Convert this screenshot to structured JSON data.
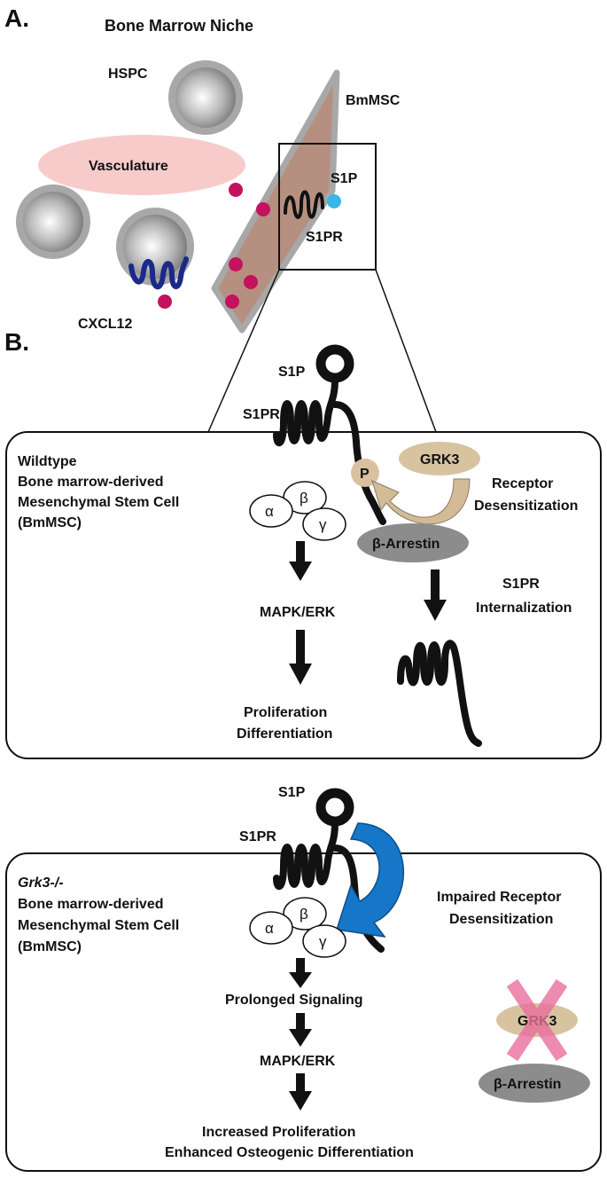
{
  "panelA": {
    "letter": "A.",
    "title": "Bone Marrow Niche",
    "hspc": "HSPC",
    "bmmsc": "BmMSC",
    "vasculature": "Vasculature",
    "s1p": "S1P",
    "s1pr": "S1PR",
    "cxcl12": "CXCL12"
  },
  "panelB": {
    "letter": "B.",
    "wildtype": {
      "s1p": "S1P",
      "s1pr": "S1PR",
      "cell_desc": [
        "Wildtype",
        "Bone marrow-derived",
        "Mesenchymal Stem Cell",
        "(BmMSC)"
      ],
      "alpha": "α",
      "beta": "β",
      "gamma": "γ",
      "phospho": "P",
      "grk3": "GRK3",
      "arrestin": "β-Arrestin",
      "desensitization": [
        "Receptor",
        "Desensitization"
      ],
      "internalization": [
        "S1PR",
        "Internalization"
      ],
      "mapk": "MAPK/ERK",
      "outcome": [
        "Proliferation",
        "Differentiation"
      ]
    },
    "knockout": {
      "s1p": "S1P",
      "s1pr": "S1PR",
      "genotype": "Grk3-/-",
      "cell_desc": [
        "Bone marrow-derived",
        "Mesenchymal Stem Cell",
        "(BmMSC)"
      ],
      "alpha": "α",
      "beta": "β",
      "gamma": "γ",
      "impaired": [
        "Impaired Receptor",
        "Desensitization"
      ],
      "grk3": "GRK3",
      "arrestin": "β-Arrestin",
      "prolonged": "Prolonged Signaling",
      "mapk": "MAPK/ERK",
      "outcome": [
        "Increased Proliferation",
        "Enhanced Osteogenic Differentiation"
      ]
    }
  },
  "colors": {
    "stroma": "#b59080",
    "stroma_outline": "#a0a0a0",
    "vasculature": "#f8cbcb",
    "cxcl12_dot": "#c4125e",
    "s1p_ligand": "#3bb6e8",
    "receptor_blue": "#1b2a8a",
    "grk3": "#d8c3a0",
    "arrestin": "#8c8c8c",
    "phospho": "#d9c19e",
    "pathway_arrow": "#d2bb96",
    "blue_arrow": "#1677c8",
    "cross": "#e96f9d"
  }
}
